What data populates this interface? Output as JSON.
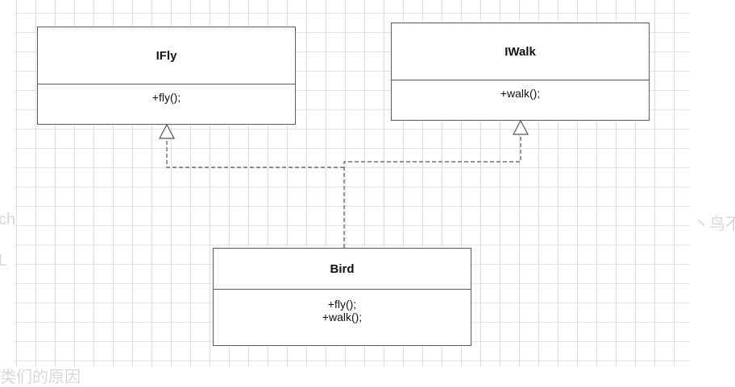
{
  "diagram": {
    "classes": [
      {
        "id": "ifly",
        "name": "IFly",
        "operations": [
          "+fly();"
        ]
      },
      {
        "id": "iwalk",
        "name": "IWalk",
        "operations": [
          "+walk();"
        ]
      },
      {
        "id": "bird",
        "name": "Bird",
        "operations": [
          "+fly();",
          "+walk();"
        ]
      }
    ],
    "relations": [
      {
        "from": "Bird",
        "to": "IFly",
        "type": "realization"
      },
      {
        "from": "Bird",
        "to": "IWalk",
        "type": "realization"
      }
    ]
  },
  "background_text": {
    "left_1": "ch",
    "left_2": "L",
    "right": "丶鸟不",
    "bottom": "类们的原因"
  },
  "colors": {
    "grid": "#e4e4e4",
    "border": "#5a5a5a",
    "connector": "#555555",
    "faint_text": "#d8d8d8"
  }
}
